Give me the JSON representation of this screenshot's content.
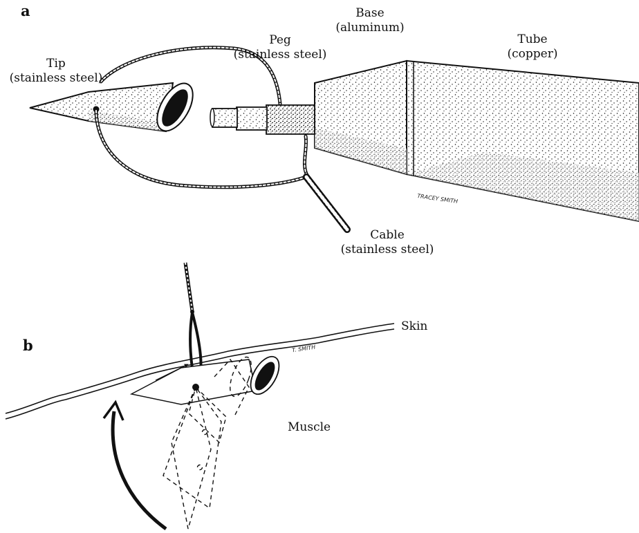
{
  "panels": {
    "a": {
      "letter": "a",
      "labels": {
        "tip": {
          "name": "Tip",
          "material": "(stainless steel)"
        },
        "peg": {
          "name": "Peg",
          "material": "(stainless steel)"
        },
        "base": {
          "name": "Base",
          "material": "(aluminum)"
        },
        "tube": {
          "name": "Tube",
          "material": "(copper)"
        },
        "cable": {
          "name": "Cable",
          "material": "(stainless steel)"
        }
      },
      "signature": "TRACEY SMITH"
    },
    "b": {
      "letter": "b",
      "labels": {
        "skin": "Skin",
        "muscle": "Muscle"
      },
      "signature": "T. SMITH"
    }
  },
  "colors": {
    "ink": "#111111",
    "background": "#ffffff"
  }
}
